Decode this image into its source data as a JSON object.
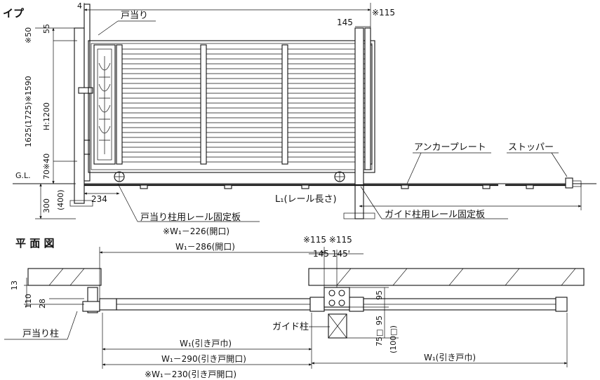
{
  "header": {
    "title_fragment": "イプ"
  },
  "elevation": {
    "dims": {
      "top_4": "4",
      "top_145": "145",
      "top_note_115": "※115",
      "left_55": "55",
      "left_note_50": "※50",
      "left_1590": "1625(1725)※1590",
      "left_h1200": "H:1200",
      "left_70_40": "70※40",
      "left_300": "300",
      "left_400": "(400)",
      "bottom_234": "234",
      "l1_length": "L₁(レール長さ)"
    },
    "labels": {
      "gl": "G.L.",
      "door_stop": "戸当り",
      "anchor_plate": "アンカープレート",
      "stopper": "ストッパー",
      "door_stop_post_rail_plate": "戸当り柱用レール固定板",
      "guide_post_rail_plate": "ガイド柱用レール固定板"
    }
  },
  "plan": {
    "title": "平 面 図",
    "dims": {
      "w1_226": "※W₁－226(開口)",
      "w1_286": "W₁－286(開口)",
      "top_115_115": "※115 ※115",
      "top_145_145": "145 145'",
      "left_13": "13",
      "left_110": "110",
      "left_28": "28",
      "right_95a": "95",
      "right_95b": "95",
      "right_75": "75□",
      "right_100": "(100□)",
      "w1_gate": "W₁(引き戸巾)",
      "w1_290": "W₁－290(引き戸開口)",
      "w1_230": "※W₁－230(引き戸開口)",
      "w1_gate_right": "W₁(引き戸巾)"
    },
    "labels": {
      "guide_post": "ガイド柱",
      "door_stop_post": "戸当り柱"
    }
  }
}
